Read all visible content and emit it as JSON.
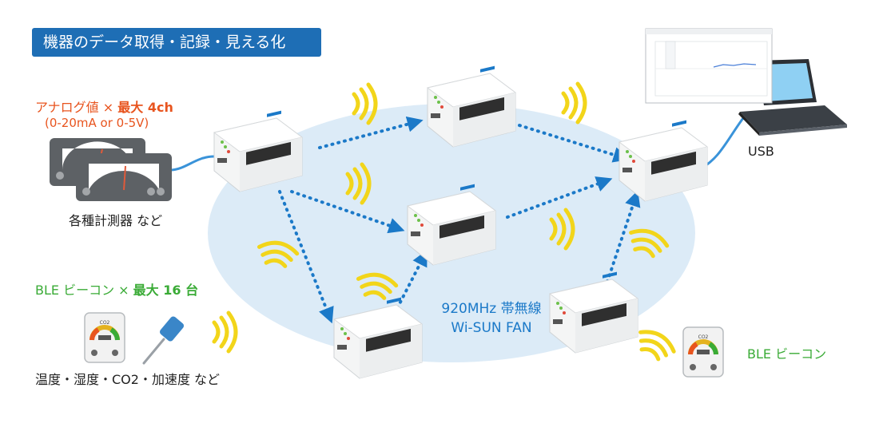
{
  "title": "機器のデータ取得・記録・見える化",
  "analog": {
    "prefix": "アナログ値 × ",
    "emphasis": "最大 4ch",
    "range": "(0-20mA or 0-5V)"
  },
  "instrument_caption": "各種計測器 など",
  "ble": {
    "prefix": "BLE ビーコン × ",
    "emphasis": "最大 16 台"
  },
  "sensor_caption": "温度・湿度・CO2・加速度 など",
  "usb_label": "USB",
  "network": {
    "line1": "920MHz 帯無線",
    "line2": "Wi-SUN FAN"
  },
  "ble_beacon_label": "BLE ビーコン",
  "co2_label": "CO2",
  "colors": {
    "title_bg": "#1e6eb5",
    "analog_text": "#e8541e",
    "ble_text": "#3aab36",
    "network_text": "#1b79c8",
    "cloud": "#dcebf7",
    "arrow": "#1b79c8",
    "signal": "#f2d51a"
  }
}
